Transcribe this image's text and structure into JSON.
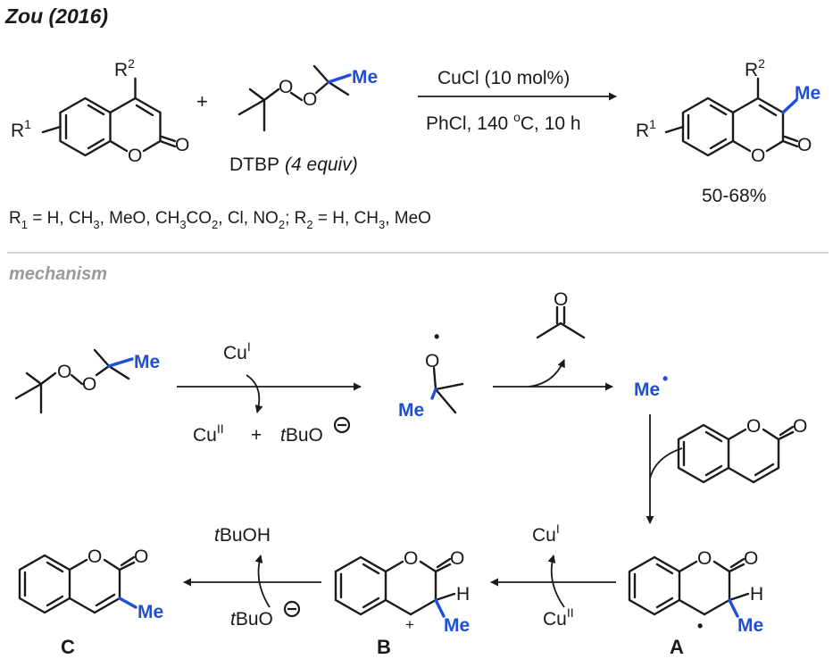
{
  "header": {
    "title": "Zou (2016)"
  },
  "reaction": {
    "reagent_r2": "R",
    "reagent_r2_sup": "2",
    "reagent_r1": "R",
    "reagent_r1_sup": "1",
    "o_ring": "O",
    "o_carbonyl": "O",
    "plus": "+",
    "dtbp_o1": "O",
    "dtbp_o2": "O",
    "dtbp_me": "Me",
    "dtbp_label": "DTBP",
    "dtbp_equiv": "(4 equiv)",
    "cond_top": "CuCl (10 mol%)",
    "cond_bottom_a": "PhCl, 140 ",
    "cond_bottom_sup": "o",
    "cond_bottom_b": "C, 10 h",
    "prod_r2": "R",
    "prod_r2_sup": "2",
    "prod_me": "Me",
    "prod_r1": "R",
    "prod_r1_sup": "1",
    "prod_o_ring": "O",
    "prod_o_carbonyl": "O",
    "yield": "50-68%",
    "scope_r1": "R",
    "scope_r1_sub": "1",
    "scope_a": " = H, CH",
    "scope_a_sub": "3",
    "scope_b": ", MeO, CH",
    "scope_b_sub": "3",
    "scope_c": "CO",
    "scope_c_sub": "2",
    "scope_d": ", Cl, NO",
    "scope_d_sub": "2",
    "scope_e": "; R",
    "scope_e_sub": "2",
    "scope_f": " = H, CH",
    "scope_f_sub": "3",
    "scope_g": ", MeO"
  },
  "mechanism": {
    "label": "mechanism",
    "dtbp_o1": "O",
    "dtbp_o2": "O",
    "dtbp_me": "Me",
    "cu1_top": "Cu",
    "cu1_top_sup": "I",
    "cu2_bottom": "Cu",
    "cu2_bottom_sup": "II",
    "plus": "+",
    "tbuo_t": "t",
    "tbuo": "BuO",
    "alkoxy_o": "O",
    "alkoxy_dot": "•",
    "alkoxy_me": "Me",
    "acetone_o": "O",
    "me_radical": "Me",
    "me_radical_dot": "•",
    "coumarin_o_ring": "O",
    "coumarin_o_carbonyl": "O",
    "a_o_ring": "O",
    "a_o_carbonyl": "O",
    "a_h": "H",
    "a_me": "Me",
    "a_dot": "•",
    "a_label": "A",
    "cu1_mid": "Cu",
    "cu1_mid_sup": "I",
    "cu2_mid": "Cu",
    "cu2_mid_sup": "II",
    "b_o_ring": "O",
    "b_o_carbonyl": "O",
    "b_h": "H",
    "b_me": "Me",
    "b_plus": "+",
    "b_label": "B",
    "tbuoh_t": "t",
    "tbuoh": "BuOH",
    "tbuo2_t": "t",
    "tbuo2": "BuO",
    "c_o_ring": "O",
    "c_o_carbonyl": "O",
    "c_me": "Me",
    "c_label": "C"
  },
  "colors": {
    "accent": "#1f4fd8",
    "ink": "#1a1a1a",
    "muted": "#9a9a9a",
    "divider": "#d4d4d4"
  }
}
